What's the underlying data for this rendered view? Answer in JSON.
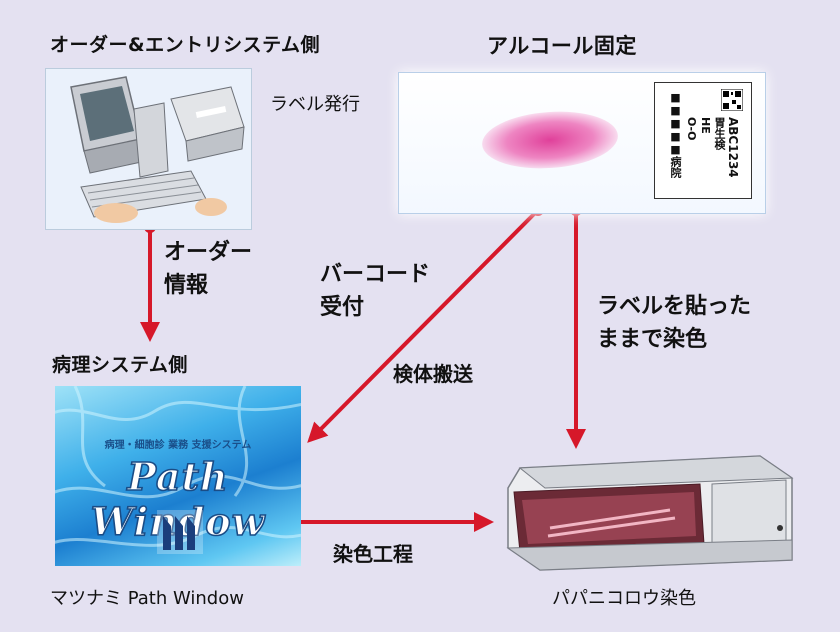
{
  "headings": {
    "order_entry_side": "オーダー&エントリシステム側",
    "alcohol_fixation": "アルコール固定",
    "pathology_side": "病理システム側"
  },
  "labels": {
    "label_issue": "ラベル発行",
    "path_window_name": "マツナミ Path Window",
    "stainer_name": "パパニコロウ染色"
  },
  "steps": {
    "order_info": [
      "オーダー",
      "情報"
    ],
    "barcode_receipt": [
      "バーコード",
      "受付"
    ],
    "specimen_transport": "検体搬送",
    "stain_with_label": [
      "ラベルを貼った",
      "ままで染色"
    ],
    "staining_process": "染色工程"
  },
  "slide_label": {
    "line1": "ABC1234",
    "line2": "胃生検",
    "line3": "HE",
    "line4": "O-O",
    "line5": "■■■■■病院"
  },
  "path_window_box": {
    "subtitle": "病理・細胞診 業務 支援システム",
    "title": "Path Window"
  },
  "colors": {
    "background": "#e4e1f1",
    "arrow": "#d6182a"
  }
}
